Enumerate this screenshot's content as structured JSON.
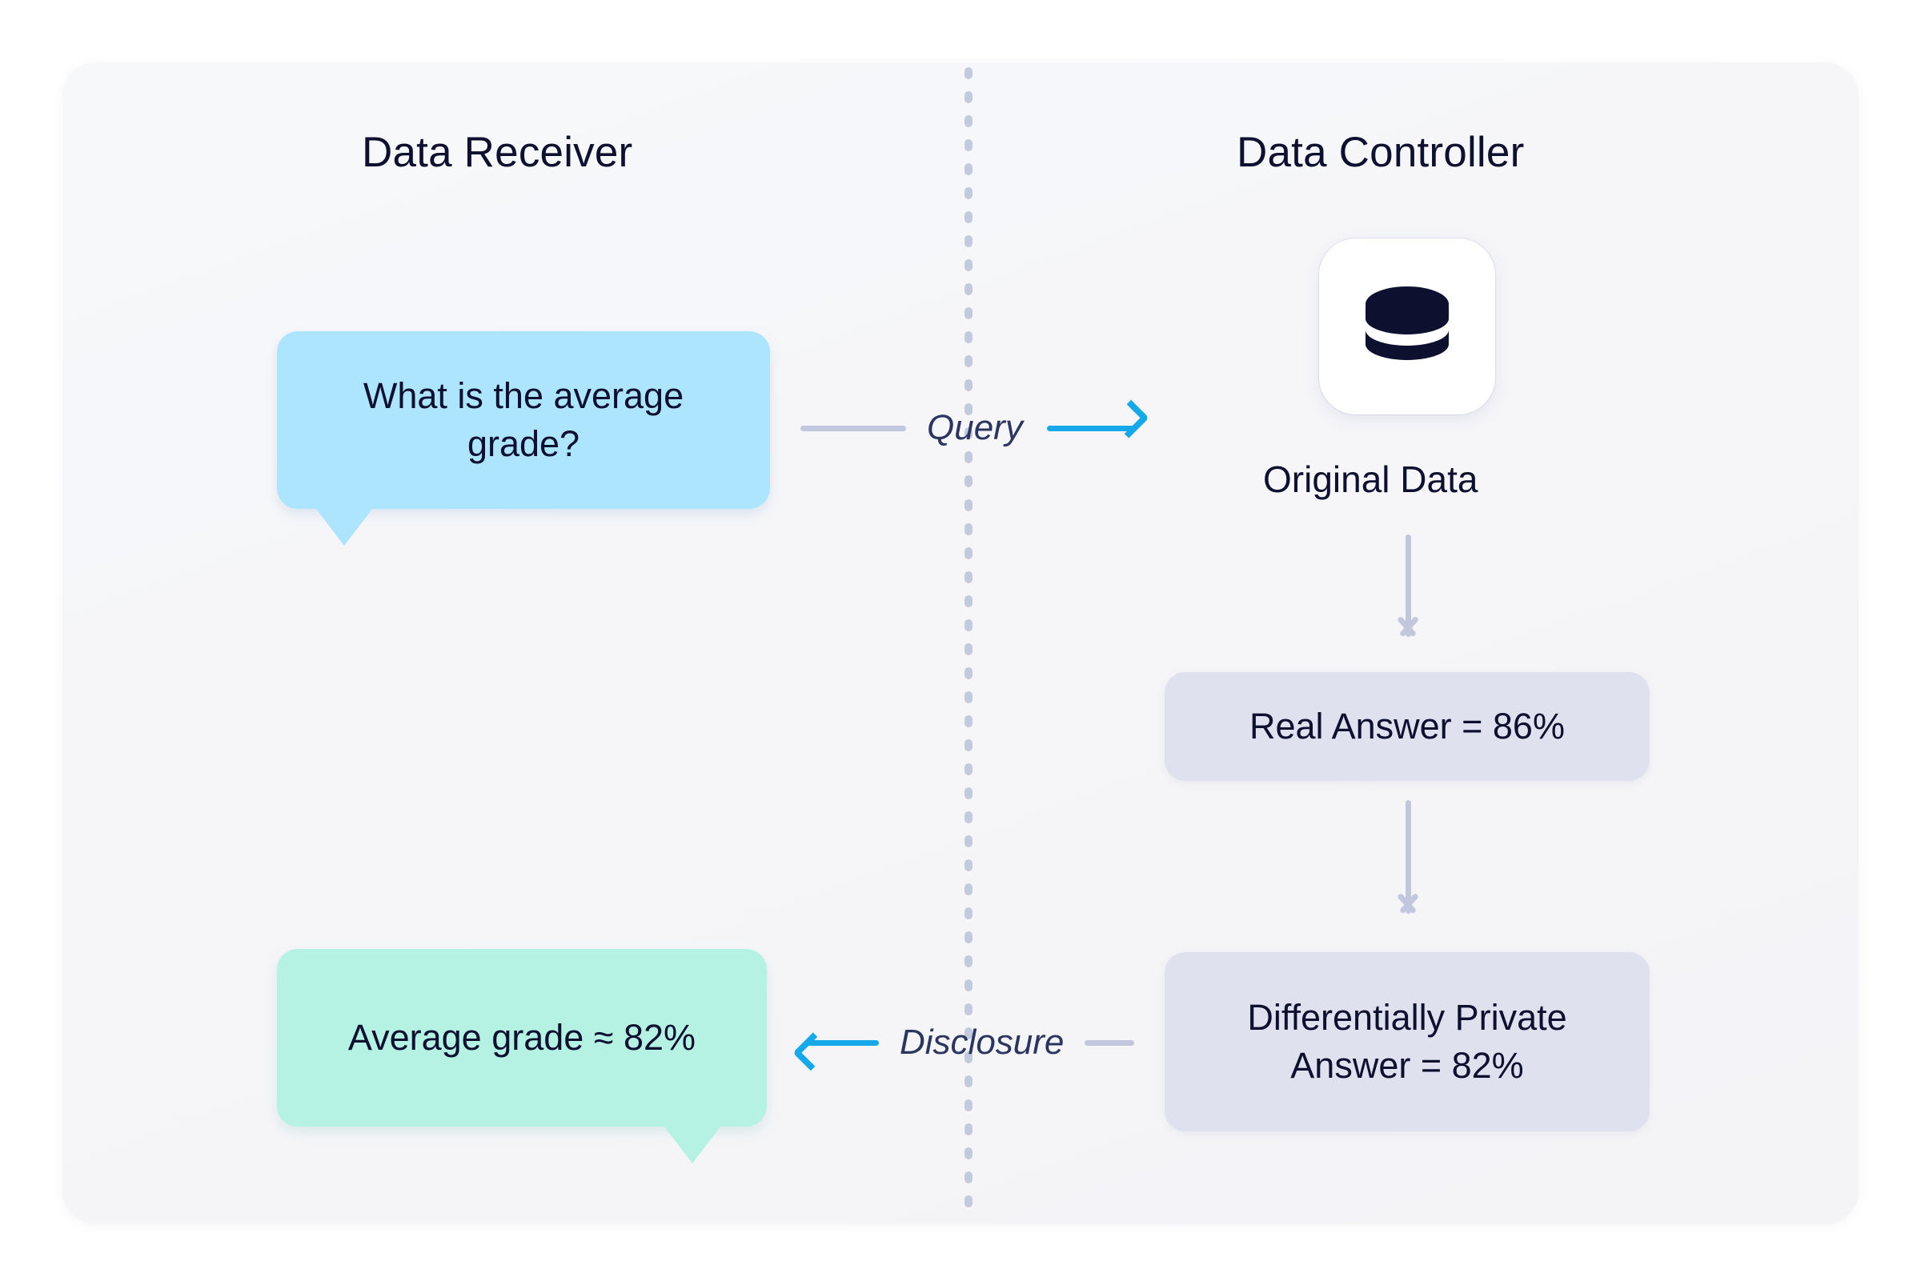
{
  "diagram": {
    "title_left": "Data Receiver",
    "title_right": "Data Controller",
    "receiver": {
      "query_bubble": "What is the average grade?",
      "answer_bubble": "Average grade ≈ 82%"
    },
    "controller": {
      "db_icon": "database-icon",
      "db_label": "Original Data",
      "real_answer_box": "Real Answer = 86%",
      "dp_answer_box": "Differentially Private Answer = 82%"
    },
    "flows": {
      "query_label": "Query",
      "disclosure_label": "Disclosure"
    },
    "colors": {
      "query_bubble_bg": "#ade4fe",
      "answer_bubble_bg": "#b6f2e4",
      "info_box_bg": "#dfe1ef",
      "text": "#0e1030",
      "arrow_accent": "#17a8e8",
      "connector_gray": "#c3c7dd",
      "divider": "#c4cade",
      "card_bg": "#f6f6f9"
    }
  }
}
